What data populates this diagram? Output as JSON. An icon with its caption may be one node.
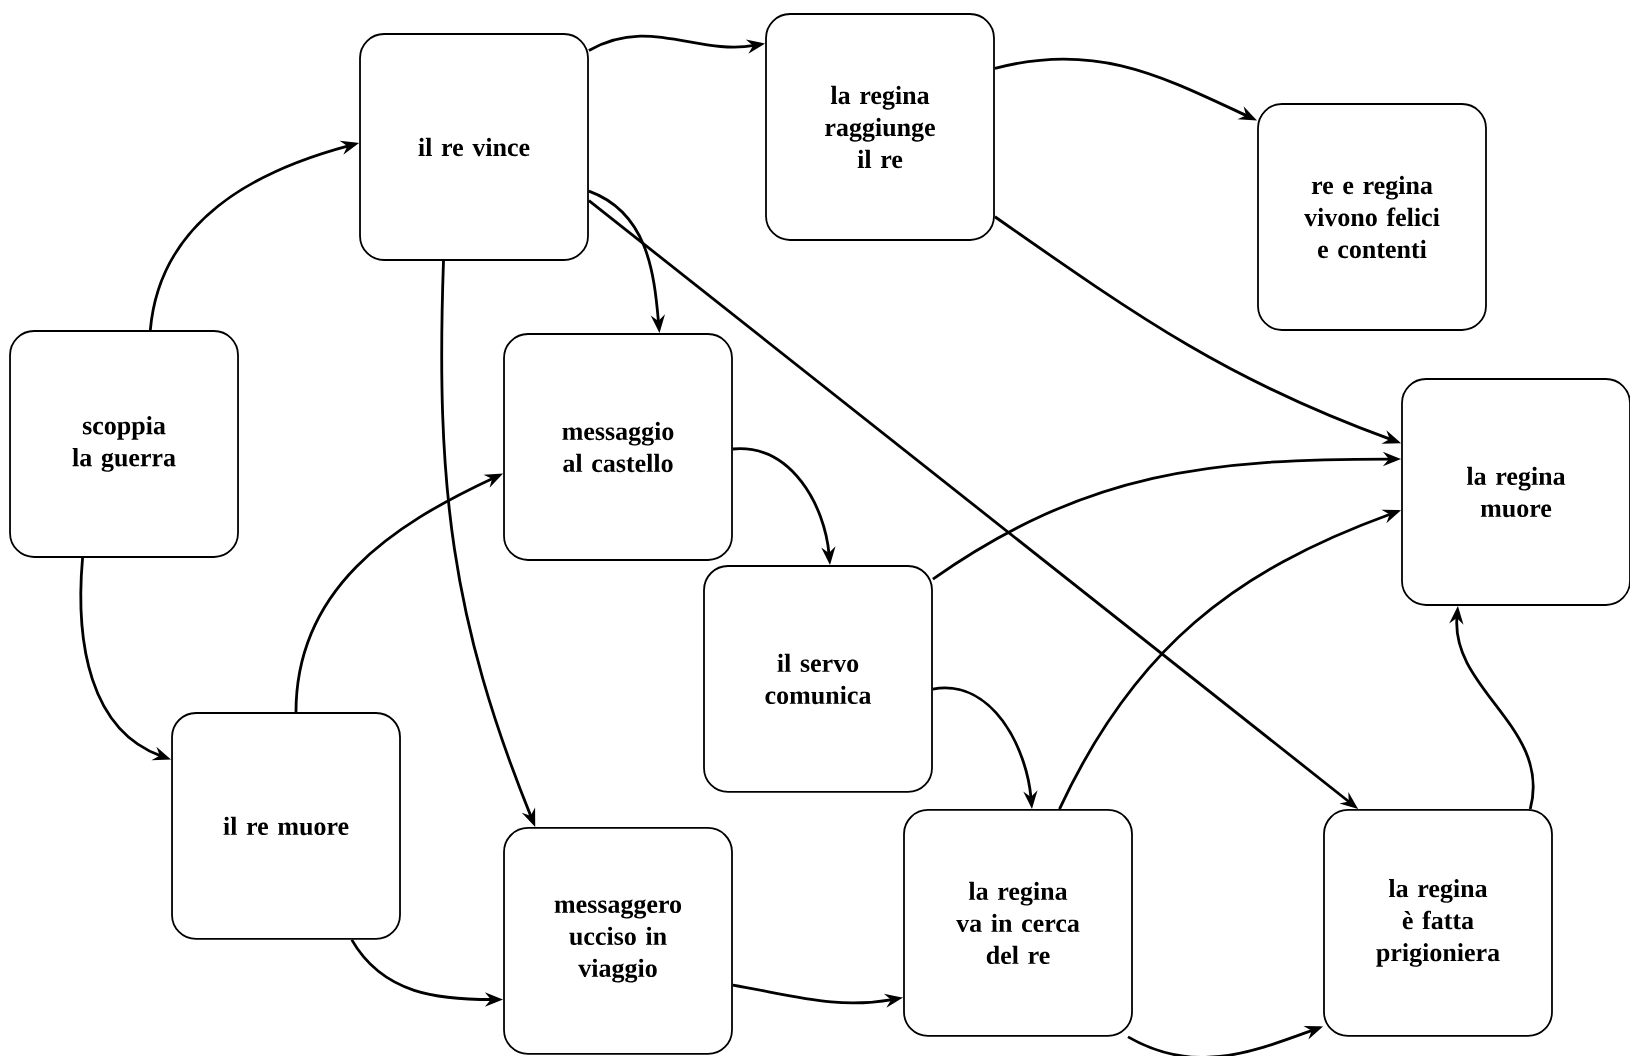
{
  "diagram": {
    "nodes": [
      {
        "text": [
          "scoppia la guerra"
        ]
      },
      {
        "text": [
          "il re vince"
        ]
      },
      {
        "text": [
          "la regina raggiunge il re"
        ]
      },
      {
        "text": [
          "re e regina vivono felici e contenti"
        ]
      },
      {
        "text": [
          "messaggio al castello"
        ]
      },
      {
        "text": [
          "la regina muore"
        ]
      },
      {
        "text": [
          "il servo comunica"
        ]
      },
      {
        "text": [
          "il re muore"
        ]
      },
      {
        "text": [
          "messaggero ucciso in viaggio"
        ]
      },
      {
        "text": [
          "la regina va in cerca del re"
        ]
      },
      {
        "text": [
          "la regina è fatta prigioniera"
        ]
      }
    ],
    "edges": [
      {
        "from": 0,
        "to": 1,
        "arrow": "to"
      },
      {
        "from": 0,
        "to": 7,
        "arrow": "to"
      },
      {
        "from": 1,
        "to": 2,
        "arrow": "to"
      },
      {
        "from": 1,
        "to": 4,
        "arrow": "to"
      },
      {
        "from": 1,
        "to": 8,
        "arrow": "to"
      },
      {
        "from": 1,
        "to": 10,
        "arrow": "to"
      },
      {
        "from": 2,
        "to": 3,
        "arrow": "to"
      },
      {
        "from": 2,
        "to": 5,
        "arrow": "to"
      },
      {
        "from": 4,
        "to": 6,
        "arrow": "to"
      },
      {
        "from": 6,
        "to": 5,
        "arrow": "to"
      },
      {
        "from": 6,
        "to": 9,
        "arrow": "to"
      },
      {
        "from": 7,
        "to": 4,
        "arrow": "to"
      },
      {
        "from": 7,
        "to": 8,
        "arrow": "to"
      },
      {
        "from": 8,
        "to": 9,
        "arrow": "to"
      },
      {
        "from": 9,
        "to": 5,
        "arrow": "to"
      },
      {
        "from": 9,
        "to": 10,
        "arrow": "to"
      },
      {
        "from": 10,
        "to": 5,
        "arrow": "to"
      }
    ]
  }
}
